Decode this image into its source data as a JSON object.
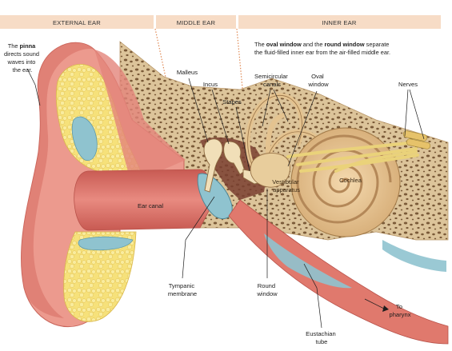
{
  "sections": {
    "external": "EXTERNAL EAR",
    "middle": "MIDDLE EAR",
    "inner": "INNER EAR"
  },
  "pinna_note": {
    "line1_pre": "The ",
    "line1_bold": "pinna",
    "line2": "directs sound",
    "line3": "waves into",
    "line4": "the ear."
  },
  "window_note": {
    "line1_a": "The ",
    "line1_b": "oval window",
    "line1_c": " and the ",
    "line1_d": "round window",
    "line1_e": " separate",
    "line2": "the fluid-filled inner ear from the air-filled middle ear."
  },
  "labels": {
    "malleus": "Malleus",
    "incus": "Incus",
    "stapes": "Stapes",
    "semicircular_1": "Semicircular",
    "semicircular_2": "canals",
    "oval_1": "Oval",
    "oval_2": "window",
    "nerves": "Nerves",
    "vestibular_1": "Vestibular",
    "vestibular_2": "apparatus",
    "cochlea": "Cochlea",
    "ear_canal": "Ear canal",
    "tympanic_1": "Tympanic",
    "tympanic_2": "membrane",
    "round_1": "Round",
    "round_2": "window",
    "eustachian_1": "Eustachian",
    "eustachian_2": "tube",
    "pharynx_1": "To",
    "pharynx_2": "pharynx"
  },
  "colors": {
    "header_band": "#f7dcc6",
    "skin": "#ec9a8e",
    "skin_dark": "#d76e63",
    "fat": "#f6e17a",
    "bone": "#dcc49a",
    "bone_pore": "#7a5a38",
    "membrane": "#8fc3cf",
    "nerve": "#ead27a"
  }
}
